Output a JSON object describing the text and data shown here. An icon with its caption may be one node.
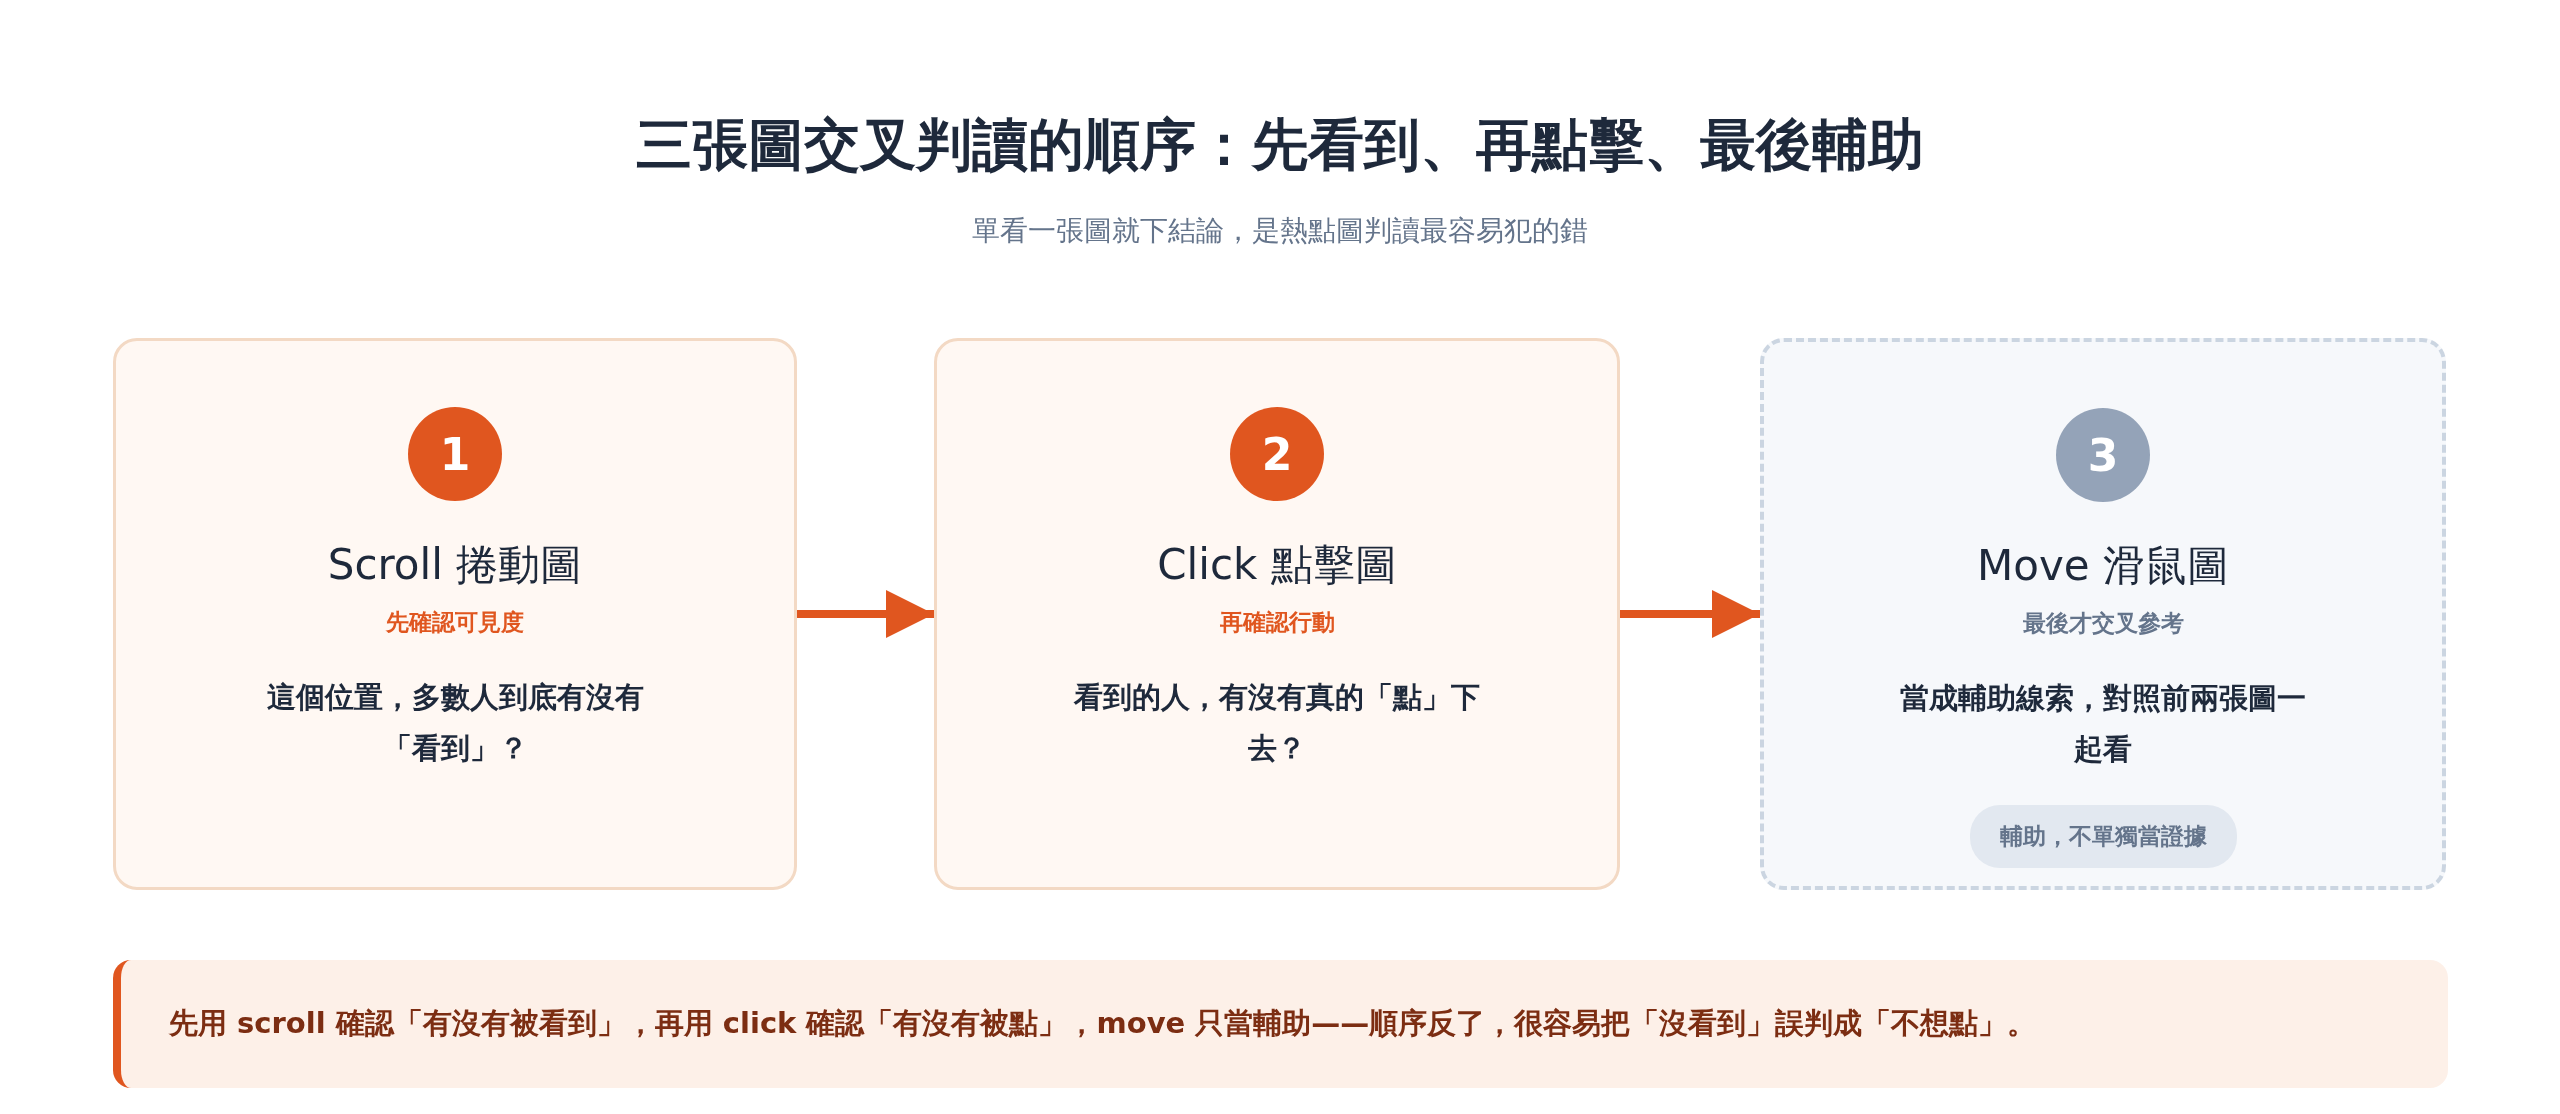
{
  "diagram": {
    "title": "三張圖交叉判讀的順序：先看到、再點擊、最後輔助",
    "nodes": [
      {
        "text": [
          "Scroll 捲動圖",
          "先確認可見度",
          "這個位置，多數人到底有沒有「看到」？"
        ]
      },
      {
        "text": [
          "1"
        ],
        "in": 0
      },
      {
        "text": [
          "Click 點擊圖",
          "再確認行動",
          "看到的人，有沒有真的「點」下去？"
        ]
      },
      {
        "text": [
          "2"
        ],
        "in": 2
      },
      {
        "text": [
          "Move 滑鼠圖",
          "最後才交叉參考",
          "當成輔助線索，對照前兩張圖一起看"
        ]
      },
      {
        "text": [
          "3"
        ],
        "in": 4
      },
      {
        "text": [
          "輔助，不單獨當證據"
        ],
        "in": 4
      },
      {
        "text": [
          "先用 scroll 確認「有沒有被看到」，再用 click 確認「有沒有被點」，move 只當輔助——**順序反了**，很容易把「沒看到」誤判成「不想點」。"
        ]
      }
    ],
    "edges": [
      {
        "from": 0,
        "to": 2,
        "arrow": "to"
      },
      {
        "from": 2,
        "to": 4,
        "arrow": "to"
      }
    ],
    "labels": [
      "單看一張圖就下結論，是熱點圖判讀最容易犯的錯"
    ]
  }
}
